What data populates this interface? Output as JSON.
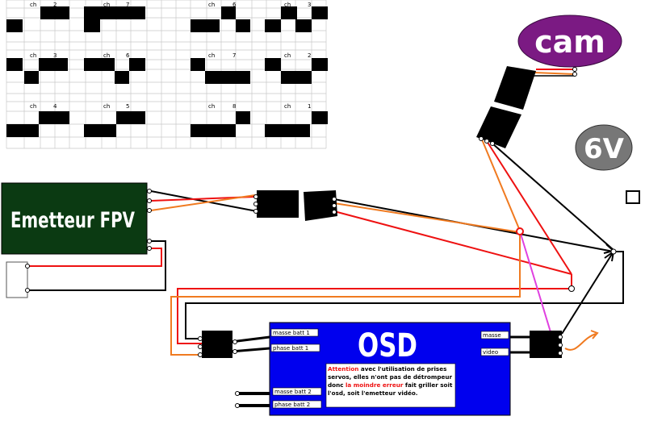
{
  "grid": {
    "prefix": "ch",
    "panels": [
      {
        "ch": "2"
      },
      {
        "ch": "7"
      },
      {
        "ch": "6"
      },
      {
        "ch": "3"
      },
      {
        "ch": "3"
      },
      {
        "ch": "6"
      },
      {
        "ch": "7"
      },
      {
        "ch": "2"
      },
      {
        "ch": "4"
      },
      {
        "ch": "5"
      },
      {
        "ch": "8"
      },
      {
        "ch": "1"
      }
    ]
  },
  "emitter": {
    "title": "Emetteur FPV",
    "bg": "#0b3a12"
  },
  "cam": {
    "label": "cam",
    "bg": "#7b1a83"
  },
  "battery": {
    "label": "6V",
    "bg": "#777777"
  },
  "osd": {
    "title": "OSD",
    "bg": "#0000ee",
    "ports": {
      "masse_batt_1": "masse batt 1",
      "phase_batt_1": "phase batt 1",
      "masse_batt_2": "masse batt 2",
      "phase_batt_2": "phase batt 2",
      "masse": "masse",
      "video": "video"
    },
    "warning": {
      "lead": "Attention",
      "part1": " avec l'utilisation de prises servos, elles n'ont pas de détrompeur donc ",
      "emph": "la moindre erreur",
      "part2": " fait griller soit l'osd, soit l'emetteur vidéo."
    }
  },
  "colors": {
    "red": "#ee1111",
    "orange": "#f07a20",
    "black": "#000000",
    "magenta": "#e040e0"
  }
}
